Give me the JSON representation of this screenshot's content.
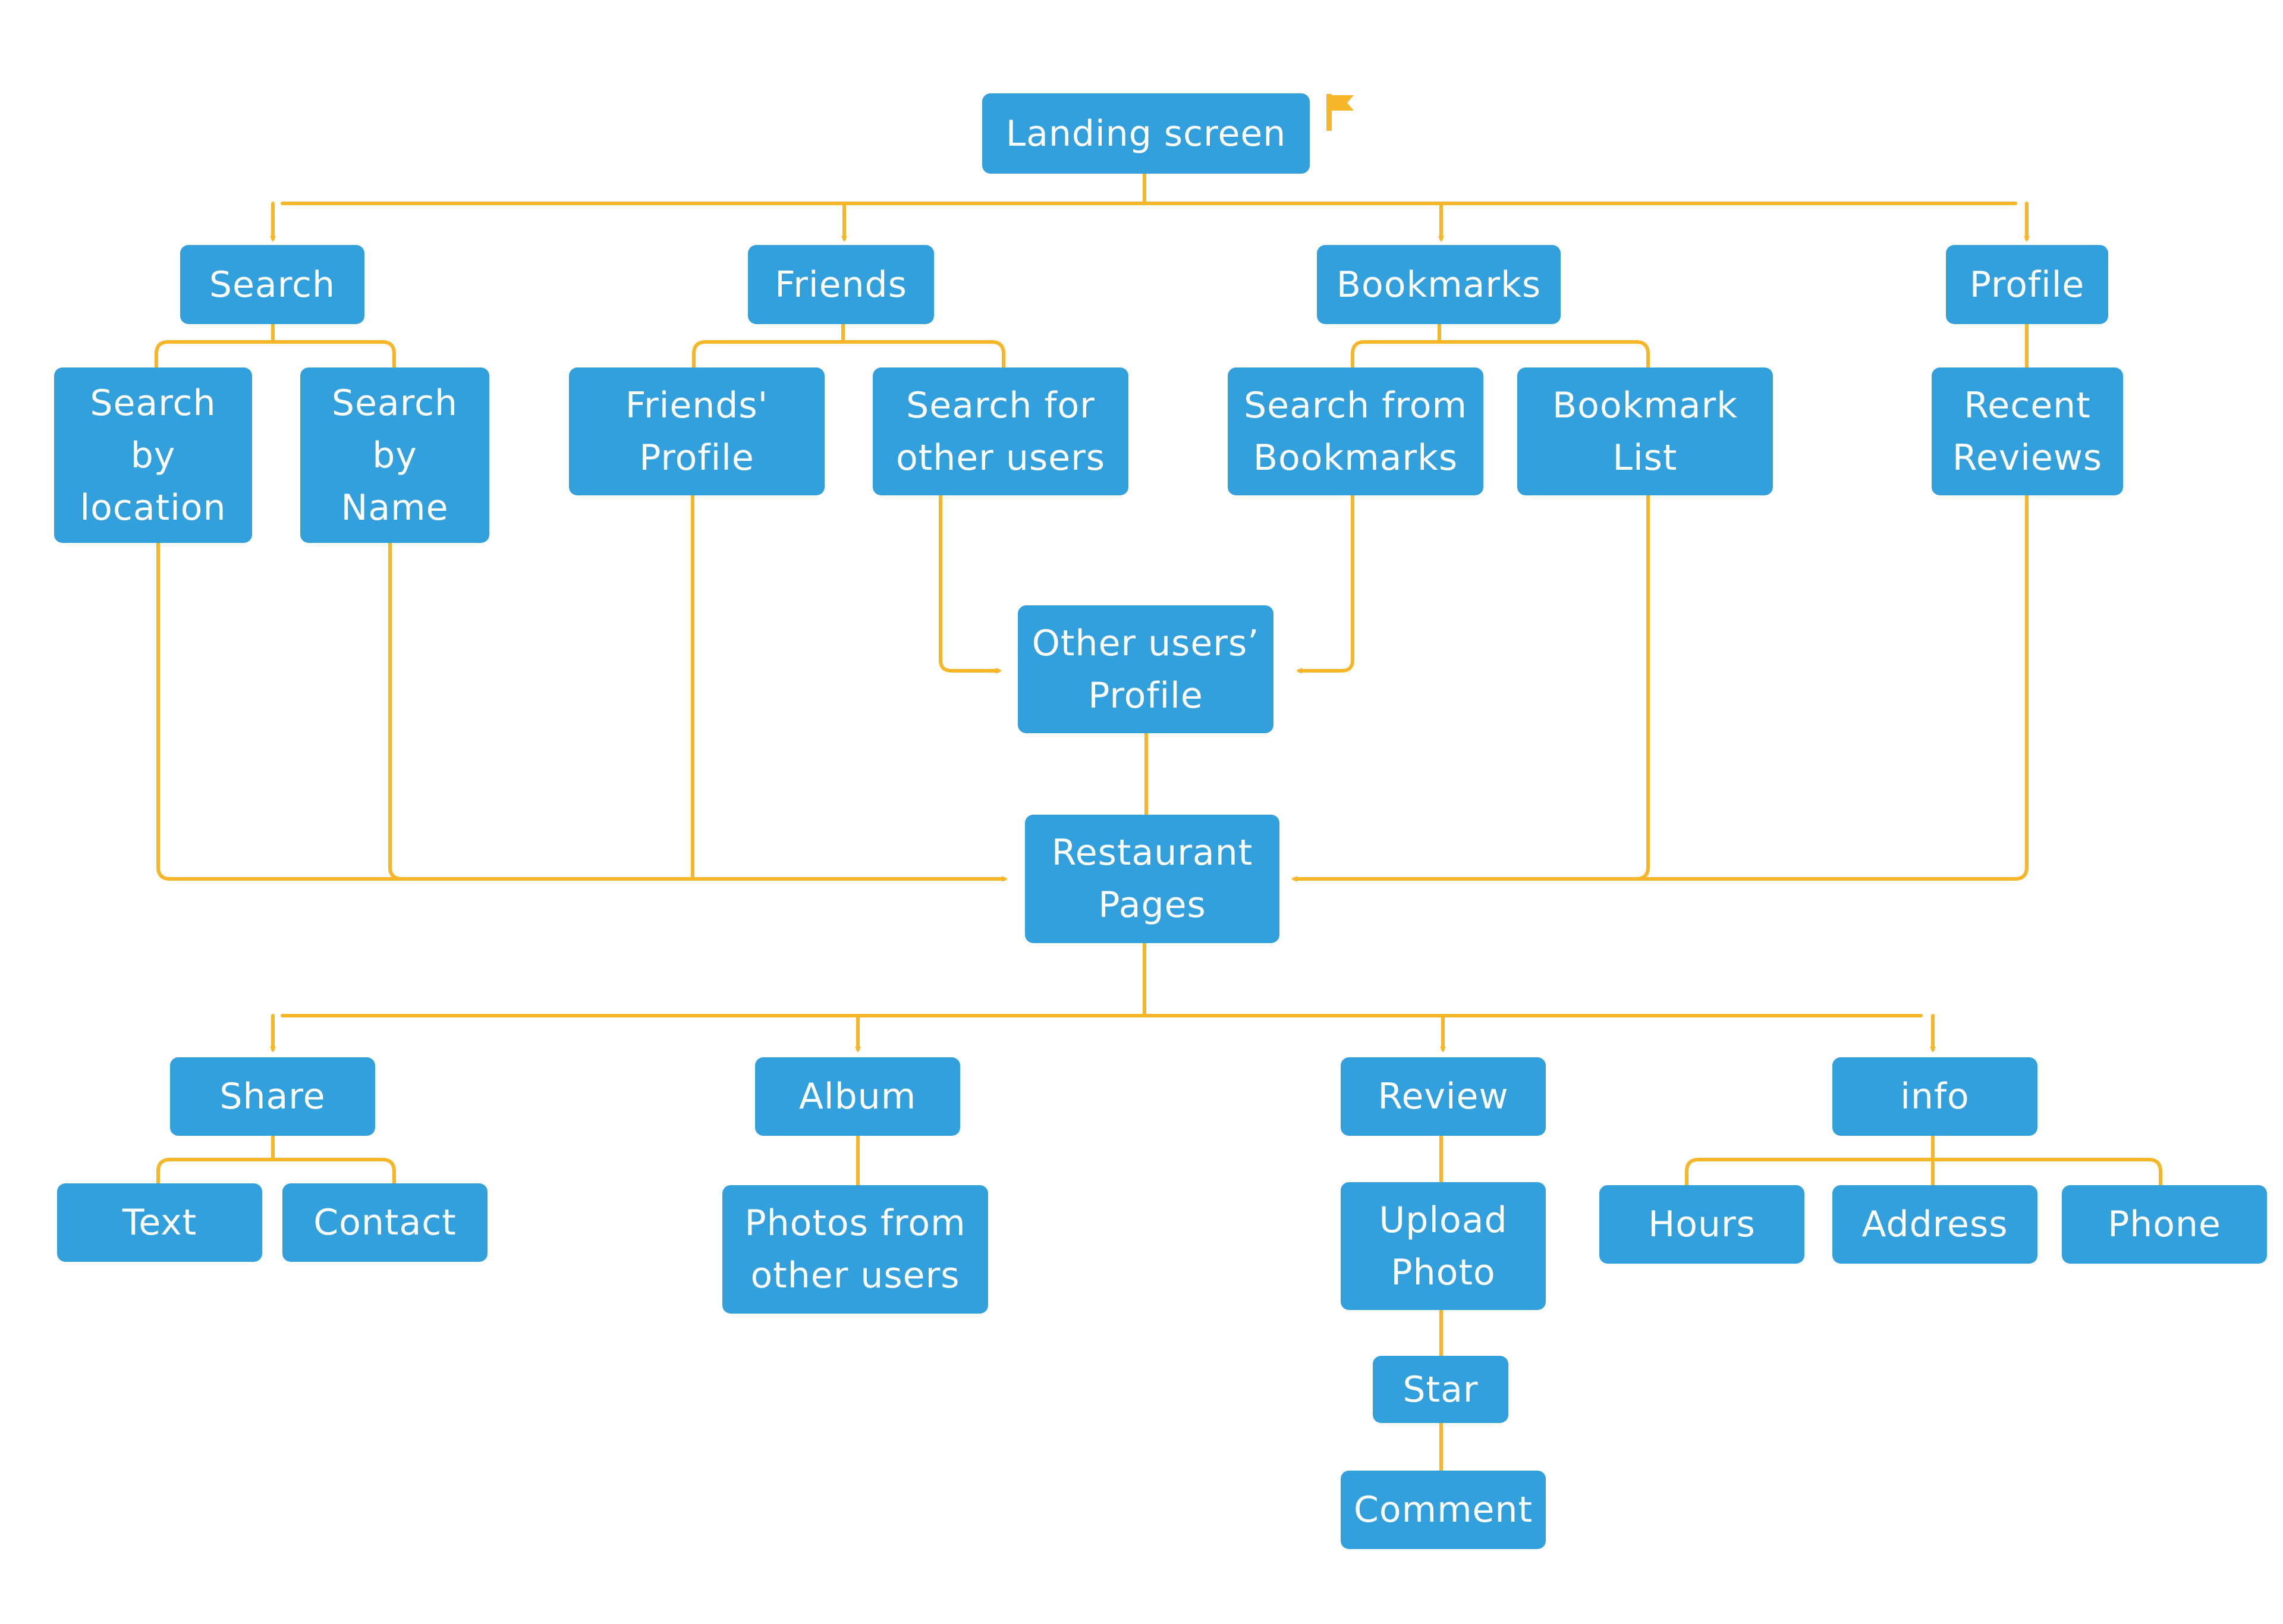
{
  "colors": {
    "node_fill": "#33a0de",
    "node_text": "#ffffff",
    "connector": "#f7b628",
    "flag": "#f7b628"
  },
  "icons": {
    "start_marker": "flag-icon"
  },
  "nodes": {
    "landing": "Landing screen",
    "search": "Search",
    "friends": "Friends",
    "bookmarks": "Bookmarks",
    "profile": "Profile",
    "search_by_location": "Search\nby\nlocation",
    "search_by_name": "Search\nby\nName",
    "friends_profile": "Friends'\nProfile",
    "search_other_users": "Search for\nother users",
    "search_from_bookmarks": "Search from\nBookmarks",
    "bookmark_list": "Bookmark\nList",
    "recent_reviews": "Recent\nReviews",
    "other_users_profile": "Other users’\nProfile",
    "restaurant_pages": "Restaurant\nPages",
    "share": "Share",
    "album": "Album",
    "review": "Review",
    "info": "info",
    "text": "Text",
    "contact": "Contact",
    "photos_other_users": "Photos from\nother users",
    "upload_photo": "Upload\nPhoto",
    "star": "Star",
    "comment": "Comment",
    "hours": "Hours",
    "address": "Address",
    "phone": "Phone"
  }
}
